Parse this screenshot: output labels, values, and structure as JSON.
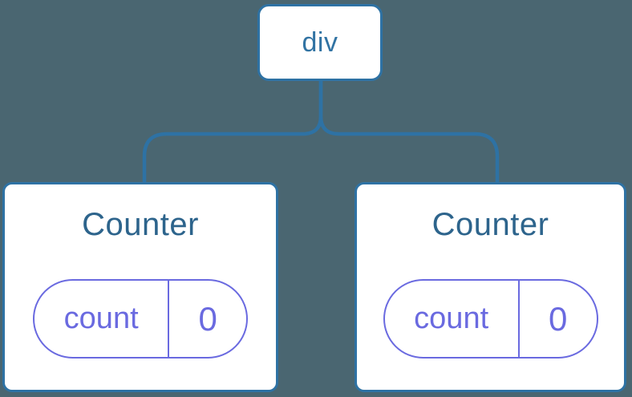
{
  "diagram": {
    "root": {
      "label": "div"
    },
    "children": [
      {
        "name": "Counter",
        "state": {
          "key": "count",
          "value": "0"
        }
      },
      {
        "name": "Counter",
        "state": {
          "key": "count",
          "value": "0"
        }
      }
    ],
    "colors": {
      "background": "#4a6671",
      "connector_line": "#2e72a4",
      "node_border": "#2e72a4",
      "node_background": "#ffffff",
      "root_label_text": "#3173a3",
      "component_name_text": "#2d648c",
      "state_accent": "#6a6ae0"
    }
  }
}
